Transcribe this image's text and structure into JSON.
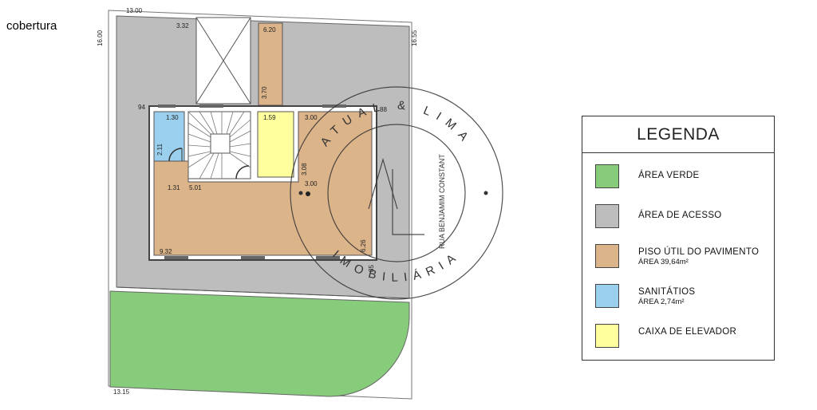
{
  "page": {
    "title": "cobertura"
  },
  "colors": {
    "green": "#86cc7b",
    "gray": "#bdbdbd",
    "floor": "#dcb48a",
    "blue": "#9ad0ee",
    "yellow": "#ffff9e"
  },
  "dimensions": {
    "top": "13.00",
    "left": "16.00",
    "right": "16.55",
    "bottom": "13.15",
    "d332": "3.32",
    "d620": "6.20",
    "d370": "3.70",
    "d94": "94",
    "d88": "88",
    "d130": "1.30",
    "d211": "2.11",
    "d159": "1.59",
    "d300a": "3.00",
    "d308": "3.08",
    "d300b": "3.00",
    "d131": "1.31",
    "d501": "5.01",
    "d932": "9.32",
    "d626": "6.26",
    "d85": "85"
  },
  "watermark": {
    "top_text": "ATUAL & LIMA",
    "bottom_text": "IMOBILIÁRIA",
    "inner_text": "RUA BENJAMIM CONSTANT",
    "monogram_a": "A",
    "monogram_l": "L"
  },
  "legend": {
    "title": "LEGENDA",
    "items": [
      {
        "label": "ÁREA VERDE",
        "sub": "",
        "color": "#86cc7b"
      },
      {
        "label": "ÁREA DE ACESSO",
        "sub": "",
        "color": "#bdbdbd"
      },
      {
        "label": "PISO ÚTIL DO PAVIMENTO",
        "sub": "ÁREA 39,64m²",
        "color": "#dcb48a"
      },
      {
        "label": "SANITÁTIOS",
        "sub": "ÁREA 2,74m²",
        "color": "#9ad0ee"
      },
      {
        "label": "CAIXA DE ELEVADOR",
        "sub": "",
        "color": "#ffff9e"
      }
    ]
  }
}
